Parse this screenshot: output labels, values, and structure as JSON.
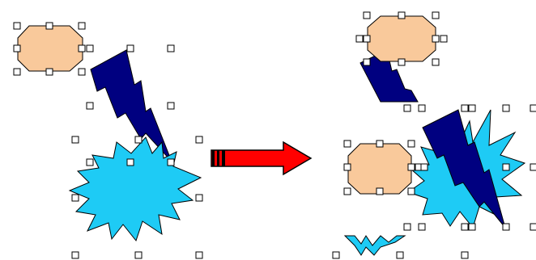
{
  "canvas": {
    "background": "#ffffff"
  },
  "shapes": {
    "octagon": {
      "icon": "octagon-shape",
      "fill": "#f9c99b",
      "stroke": "#000000"
    },
    "lightning": {
      "icon": "lightning-bolt-shape",
      "fill": "#000080",
      "stroke": "#000000"
    },
    "explosion": {
      "icon": "explosion-burst-shape",
      "fill": "#1ecbf5",
      "stroke": "#000000"
    }
  },
  "arrow": {
    "icon": "block-arrow-right",
    "fill": "#ff0000",
    "stroke": "#000000",
    "band_fill": "#000000"
  },
  "handles": {
    "icon": "selection-handle",
    "fill": "#ffffff",
    "stroke": "#000000"
  }
}
